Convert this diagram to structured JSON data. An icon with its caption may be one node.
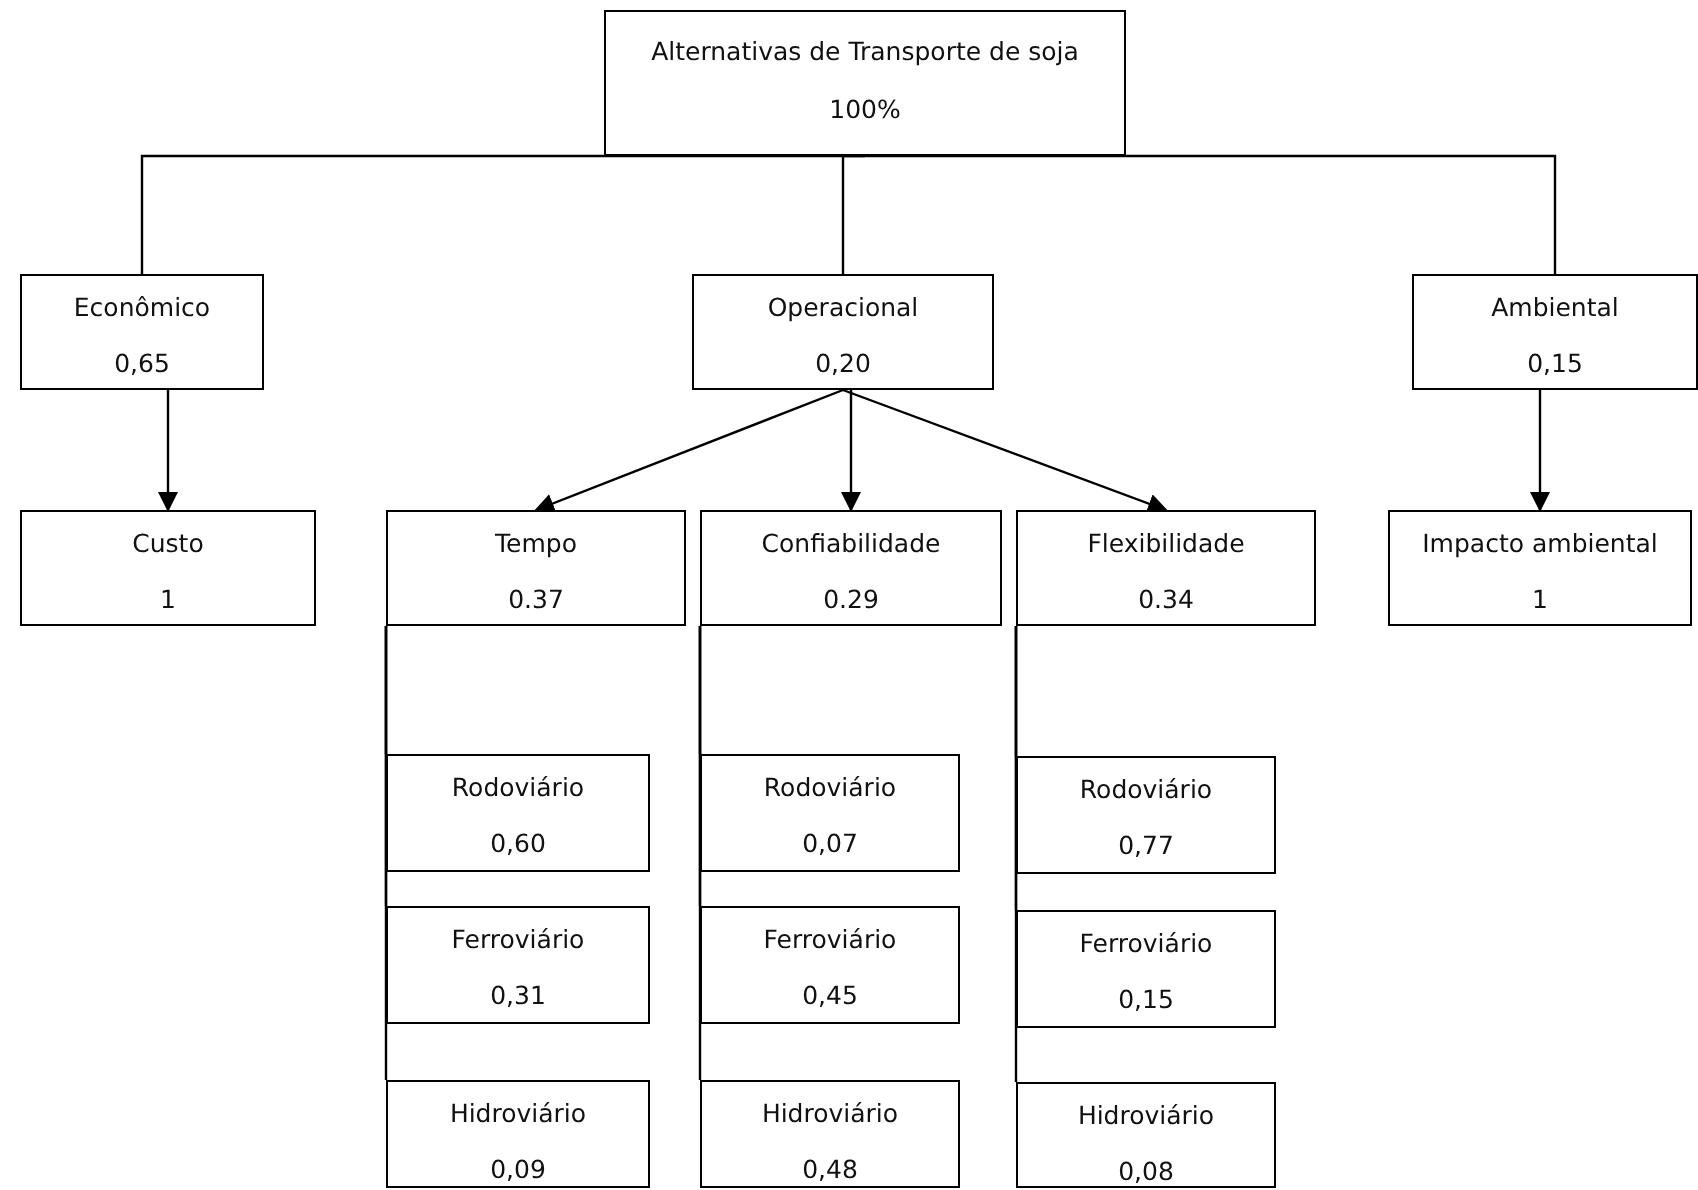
{
  "diagram": {
    "nodes": [
      {
        "text": [
          "Alternativas de Transporte de soja",
          "100%"
        ]
      },
      {
        "text": [
          "Econômico",
          "0,65"
        ]
      },
      {
        "text": [
          "Operacional",
          "0,20"
        ]
      },
      {
        "text": [
          "Ambiental",
          "0,15"
        ]
      },
      {
        "text": [
          "Custo",
          "1"
        ]
      },
      {
        "text": [
          "Tempo",
          "0.37"
        ]
      },
      {
        "text": [
          "Confiabilidade",
          "0.29"
        ]
      },
      {
        "text": [
          "Flexibilidade",
          "0.34"
        ]
      },
      {
        "text": [
          "Impacto ambiental",
          "1"
        ]
      },
      {
        "text": [
          "Rodoviário",
          "0,60"
        ]
      },
      {
        "text": [
          "Rodoviário",
          "0,07"
        ]
      },
      {
        "text": [
          "Rodoviário",
          "0,77"
        ]
      },
      {
        "text": [
          "Ferroviário",
          "0,31"
        ]
      },
      {
        "text": [
          "Ferroviário",
          "0,45"
        ]
      },
      {
        "text": [
          "Ferroviário",
          "0,15"
        ]
      },
      {
        "text": [
          "Hidroviário",
          "0,09"
        ]
      },
      {
        "text": [
          "Hidroviário",
          "0,48"
        ]
      },
      {
        "text": [
          "Hidroviário",
          "0,08"
        ]
      }
    ],
    "edges": [
      {
        "from": 0,
        "to": 1,
        "arrow": "none"
      },
      {
        "from": 0,
        "to": 2,
        "arrow": "none"
      },
      {
        "from": 0,
        "to": 3,
        "arrow": "none"
      },
      {
        "from": 1,
        "to": 4,
        "arrow": "to"
      },
      {
        "from": 2,
        "to": 5,
        "arrow": "to"
      },
      {
        "from": 2,
        "to": 6,
        "arrow": "to"
      },
      {
        "from": 2,
        "to": 7,
        "arrow": "to"
      },
      {
        "from": 3,
        "to": 8,
        "arrow": "to"
      },
      {
        "from": 5,
        "to": 9,
        "arrow": "none"
      },
      {
        "from": 5,
        "to": 12,
        "arrow": "none"
      },
      {
        "from": 5,
        "to": 15,
        "arrow": "none"
      },
      {
        "from": 6,
        "to": 10,
        "arrow": "none"
      },
      {
        "from": 6,
        "to": 13,
        "arrow": "none"
      },
      {
        "from": 6,
        "to": 16,
        "arrow": "none"
      },
      {
        "from": 7,
        "to": 11,
        "arrow": "none"
      },
      {
        "from": 7,
        "to": 14,
        "arrow": "none"
      },
      {
        "from": 7,
        "to": 17,
        "arrow": "none"
      }
    ]
  }
}
